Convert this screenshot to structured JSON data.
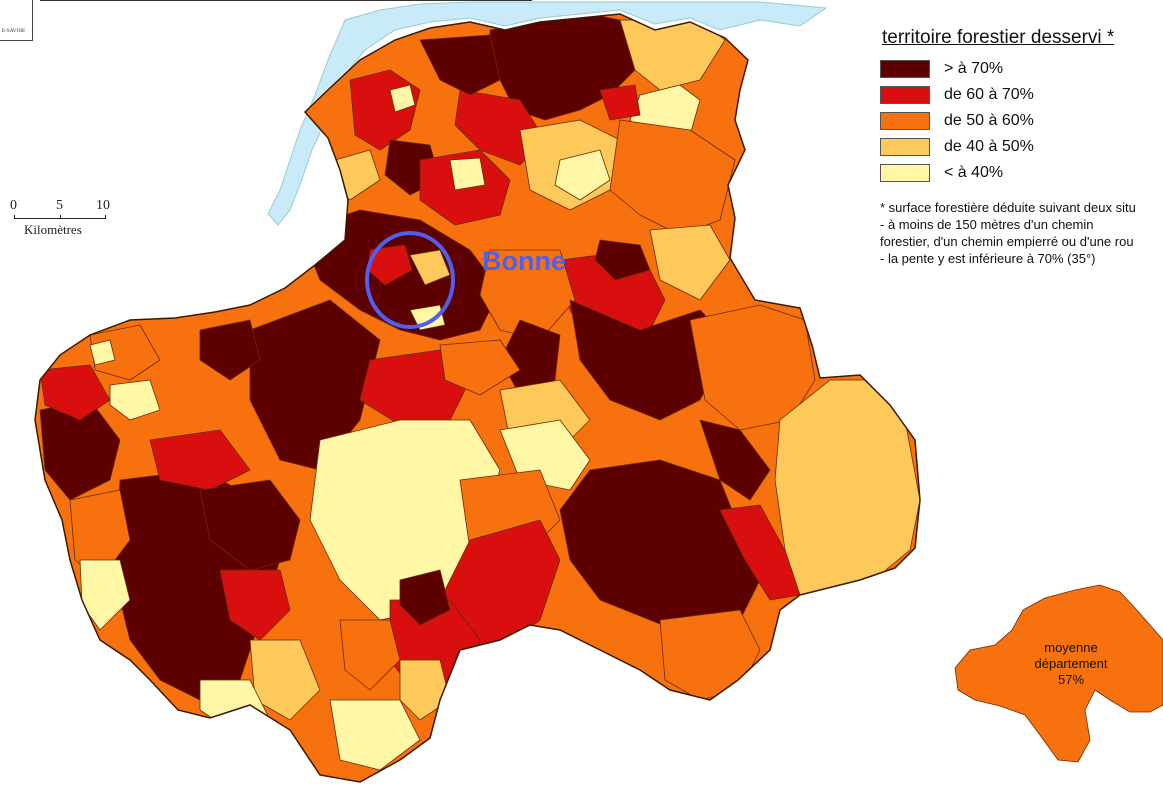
{
  "header": {
    "corner_label": "E-SAVOIE"
  },
  "scale_bar": {
    "ticks": [
      "0",
      "5",
      "10"
    ],
    "unit": "Kilomètres"
  },
  "legend": {
    "title": "territoire forestier desservi *",
    "classes": [
      {
        "label": "> à 70%",
        "color": "#5c0000"
      },
      {
        "label": "de 60 à 70%",
        "color": "#d90f0f"
      },
      {
        "label": "de 50 à 60%",
        "color": "#f7720f"
      },
      {
        "label": "de 40 à 50%",
        "color": "#fdc95a"
      },
      {
        "label": "< à 40%",
        "color": "#fff7a6"
      }
    ]
  },
  "note": [
    "* surface forestière déduite suivant deux situ",
    "- à moins de 150 mètres d'un chemin",
    "forestier, d'un chemin empierré ou d'une rou",
    "- la pente y est inférieure à 70% (35°)"
  ],
  "highlight": {
    "label": "Bonne",
    "color": "#4f5ff0"
  },
  "average": {
    "line1": "moyenne",
    "line2": "département",
    "value": "57%",
    "color": "#f7720f"
  },
  "water_color": "#c9eaf8"
}
